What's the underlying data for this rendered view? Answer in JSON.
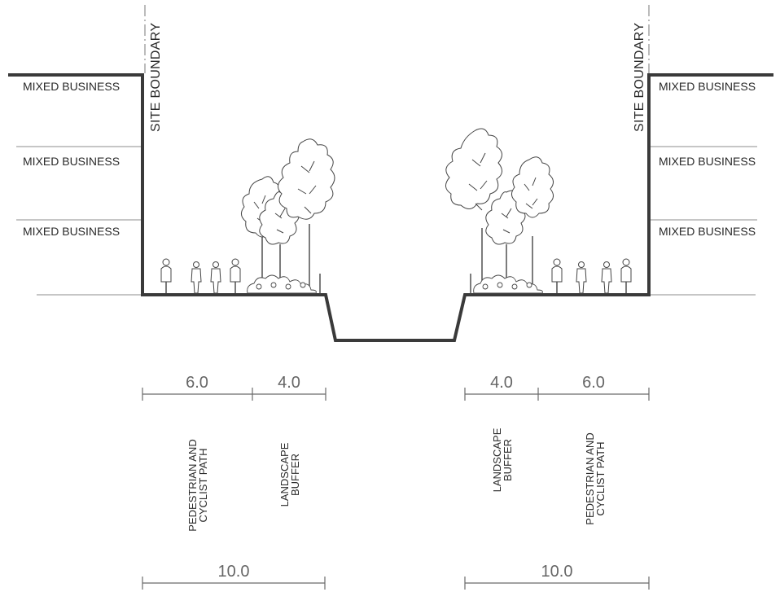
{
  "site_boundary_label": "SITE BOUNDARY",
  "floor_labels": {
    "left": [
      "MIXED BUSINESS",
      "MIXED BUSINESS",
      "MIXED BUSINESS"
    ],
    "right": [
      "MIXED BUSINESS",
      "MIXED BUSINESS",
      "MIXED BUSINESS"
    ]
  },
  "dimensions": {
    "left": {
      "path": "6.0",
      "buffer": "4.0",
      "total": "10.0"
    },
    "right": {
      "buffer": "4.0",
      "path": "6.0",
      "total": "10.0"
    }
  },
  "zones": {
    "path_line1": "PEDESTRIAN AND",
    "path_line2": "CYCLIST PATH",
    "buffer_line1": "LANDSCAPE",
    "buffer_line2": "BUFFER"
  },
  "colors": {
    "linework": "#3a3a3a",
    "dimension_text": "#666666"
  }
}
